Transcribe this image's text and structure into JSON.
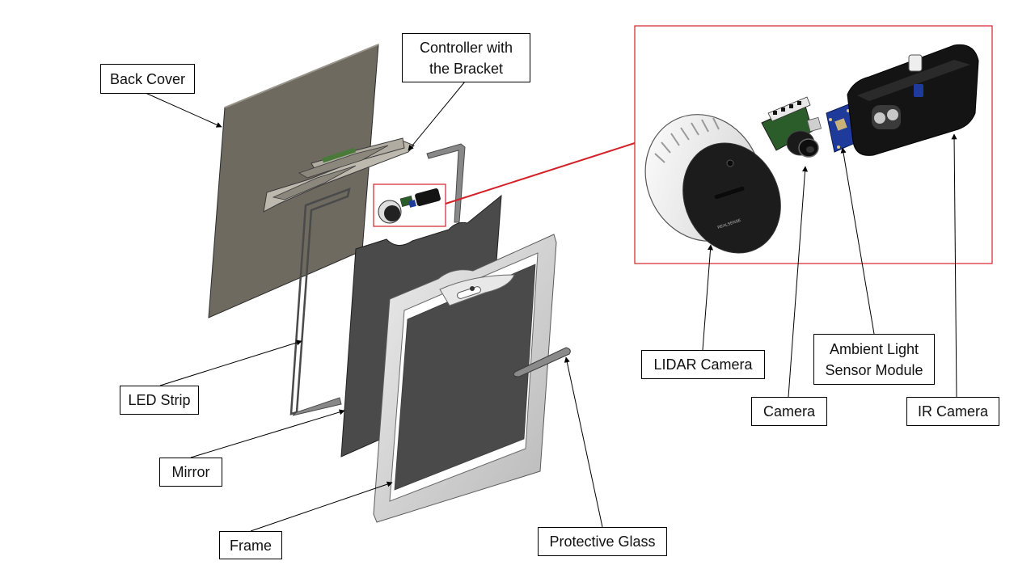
{
  "labels": {
    "back_cover": "Back Cover",
    "controller": "Controller with\nthe Bracket",
    "led_strip": "LED Strip",
    "mirror": "Mirror",
    "frame": "Frame",
    "protective_glass": "Protective Glass",
    "lidar_camera": "LIDAR Camera",
    "camera": "Camera",
    "ambient_light": "Ambient Light\nSensor Module",
    "ir_camera": "IR Camera"
  },
  "colors": {
    "detail_box": "#d42027",
    "leader_line": "#000000",
    "back_cover": "#6e6a60",
    "mirror": "#4a4a4a",
    "frame": "#d4d4d4",
    "ir_camera_body": "#141414",
    "sensor_board": "#1e3a9a"
  }
}
